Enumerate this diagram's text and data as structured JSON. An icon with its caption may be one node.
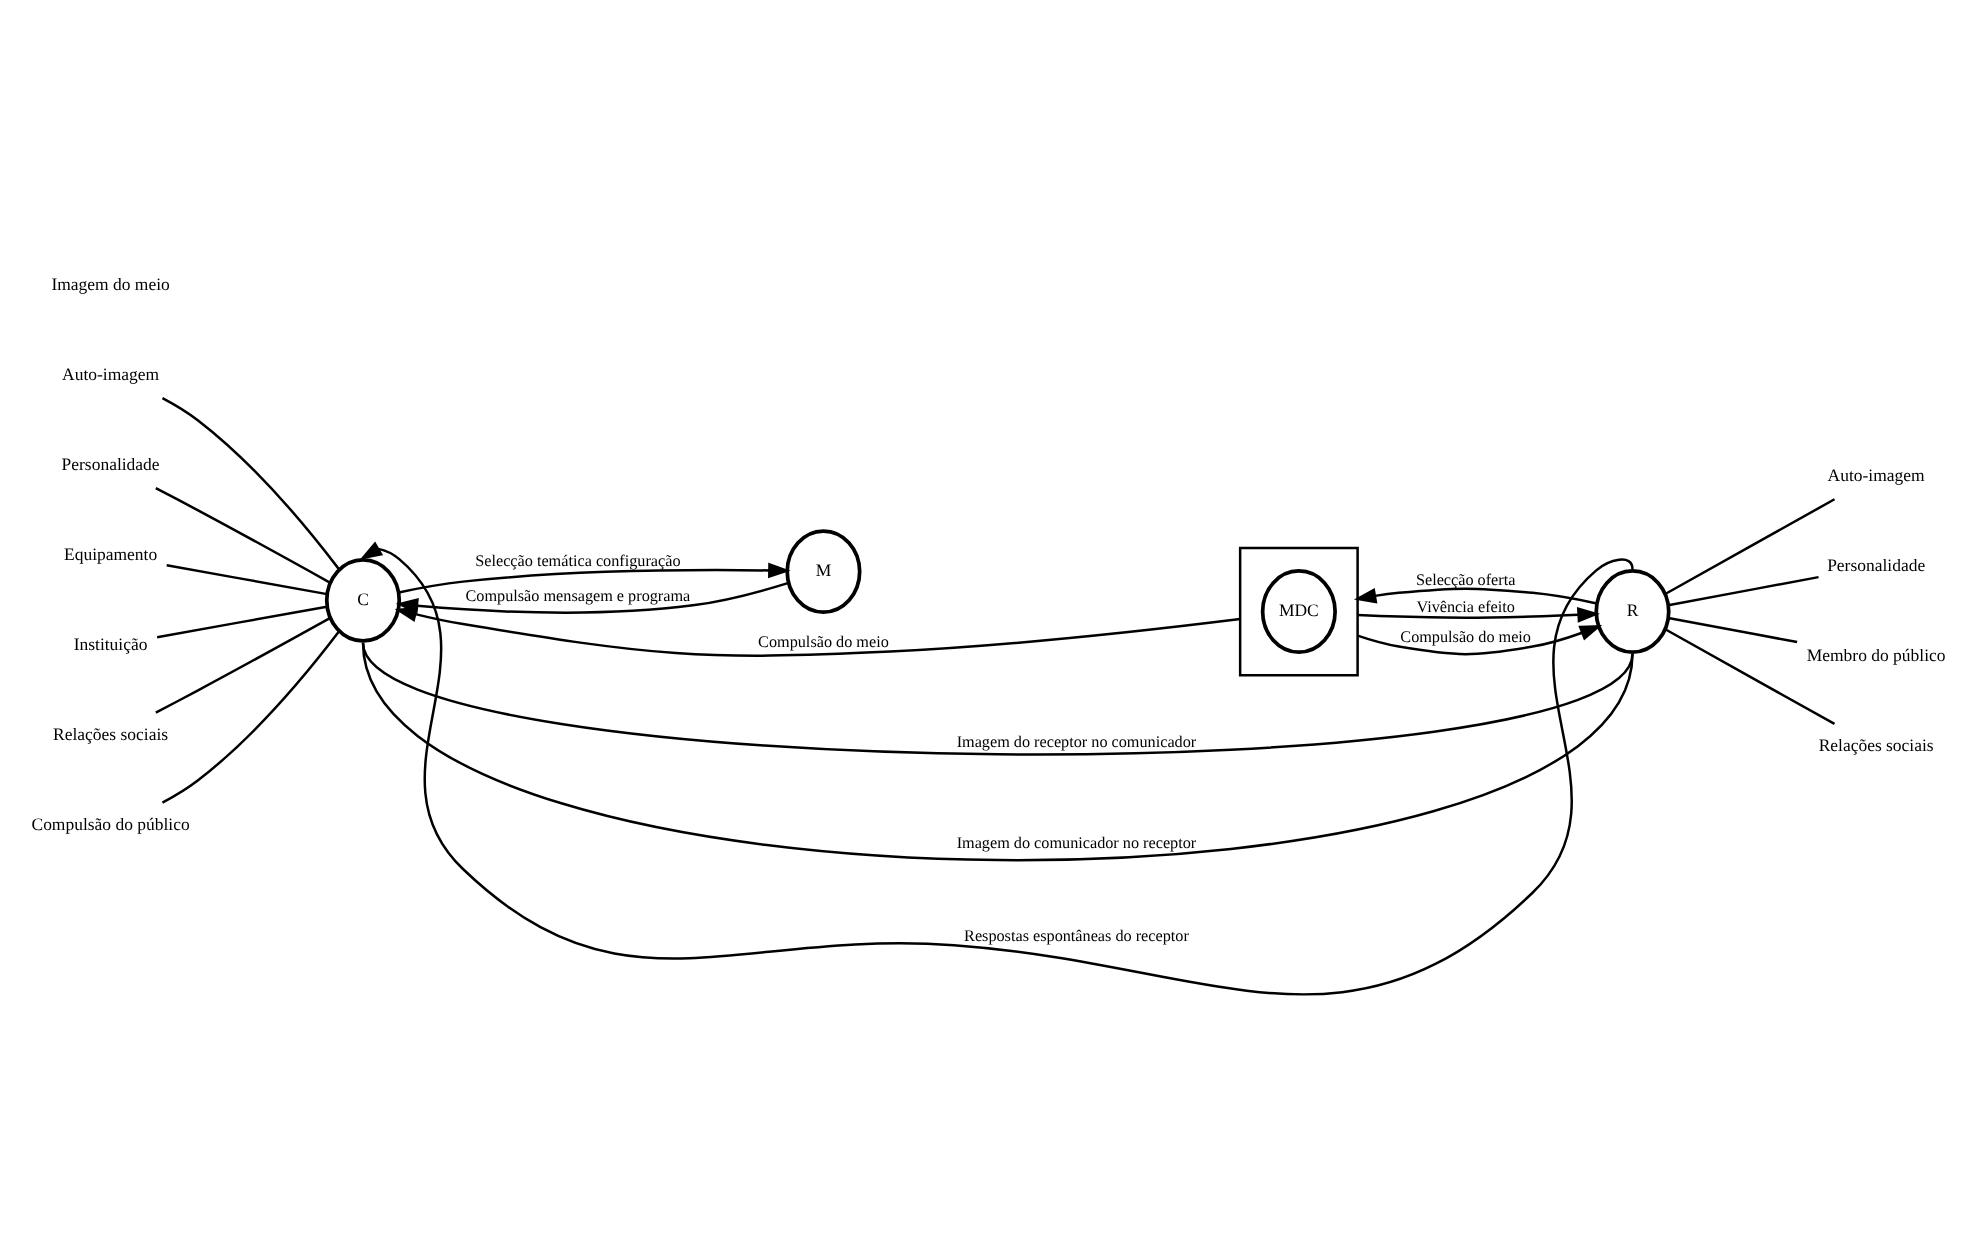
{
  "diagram": {
    "nodes": [
      {
        "text": [
          "C"
        ]
      },
      {
        "text": [
          "M"
        ]
      },
      {
        "text": [],
        "shape": "box"
      },
      {
        "text": [
          "MDC"
        ],
        "in": 2
      },
      {
        "text": [
          "R"
        ]
      },
      {
        "text": [
          "Auto-imagem"
        ]
      },
      {
        "text": [
          "Personalidade"
        ]
      },
      {
        "text": [
          "Equipamento"
        ]
      },
      {
        "text": [
          "Instituição"
        ]
      },
      {
        "text": [
          "Relações sociais"
        ]
      },
      {
        "text": [
          "Compulsão do público"
        ]
      },
      {
        "text": [
          "Auto-imagem"
        ]
      },
      {
        "text": [
          "Personalidade"
        ]
      },
      {
        "text": [
          "Membro do público"
        ]
      },
      {
        "text": [
          "Relações sociais"
        ]
      }
    ],
    "edges": [
      {
        "from": 4,
        "to": 0,
        "arrow": "to",
        "label": "Respostas espontâneas do receptor"
      },
      {
        "from": 5,
        "to": 0,
        "arrow": "none"
      },
      {
        "from": 6,
        "to": 0,
        "arrow": "none"
      },
      {
        "from": 7,
        "to": 0,
        "arrow": "none"
      },
      {
        "from": 8,
        "to": 0,
        "arrow": "none"
      },
      {
        "from": 9,
        "to": 0,
        "arrow": "none"
      },
      {
        "from": 10,
        "to": 0,
        "arrow": "none"
      },
      {
        "from": 0,
        "to": 1,
        "arrow": "to",
        "label": "Selecção temática configuração"
      },
      {
        "from": 1,
        "to": 0,
        "arrow": "to",
        "label": "Compulsão mensagem e programa"
      },
      {
        "from": 4,
        "to": 2,
        "arrow": "to",
        "label": "Selecção oferta"
      },
      {
        "from": 2,
        "to": 4,
        "arrow": "to",
        "label": "Vivência efeito"
      },
      {
        "from": 2,
        "to": 4,
        "arrow": "to",
        "label": "Compulsão do meio"
      },
      {
        "from": 2,
        "to": 0,
        "arrow": "to",
        "label": "Compulsão do meio"
      },
      {
        "from": 4,
        "to": 11,
        "arrow": "none"
      },
      {
        "from": 4,
        "to": 12,
        "arrow": "none"
      },
      {
        "from": 4,
        "to": 13,
        "arrow": "none"
      },
      {
        "from": 4,
        "to": 14,
        "arrow": "none"
      },
      {
        "from": 0,
        "to": 4,
        "arrow": "none",
        "label": "Imagem do receptor no comunicador"
      },
      {
        "from": 0,
        "to": 4,
        "arrow": "none",
        "label": "Imagem do comunicador no receptor"
      }
    ],
    "labels": [
      "Imagem do meio"
    ]
  }
}
